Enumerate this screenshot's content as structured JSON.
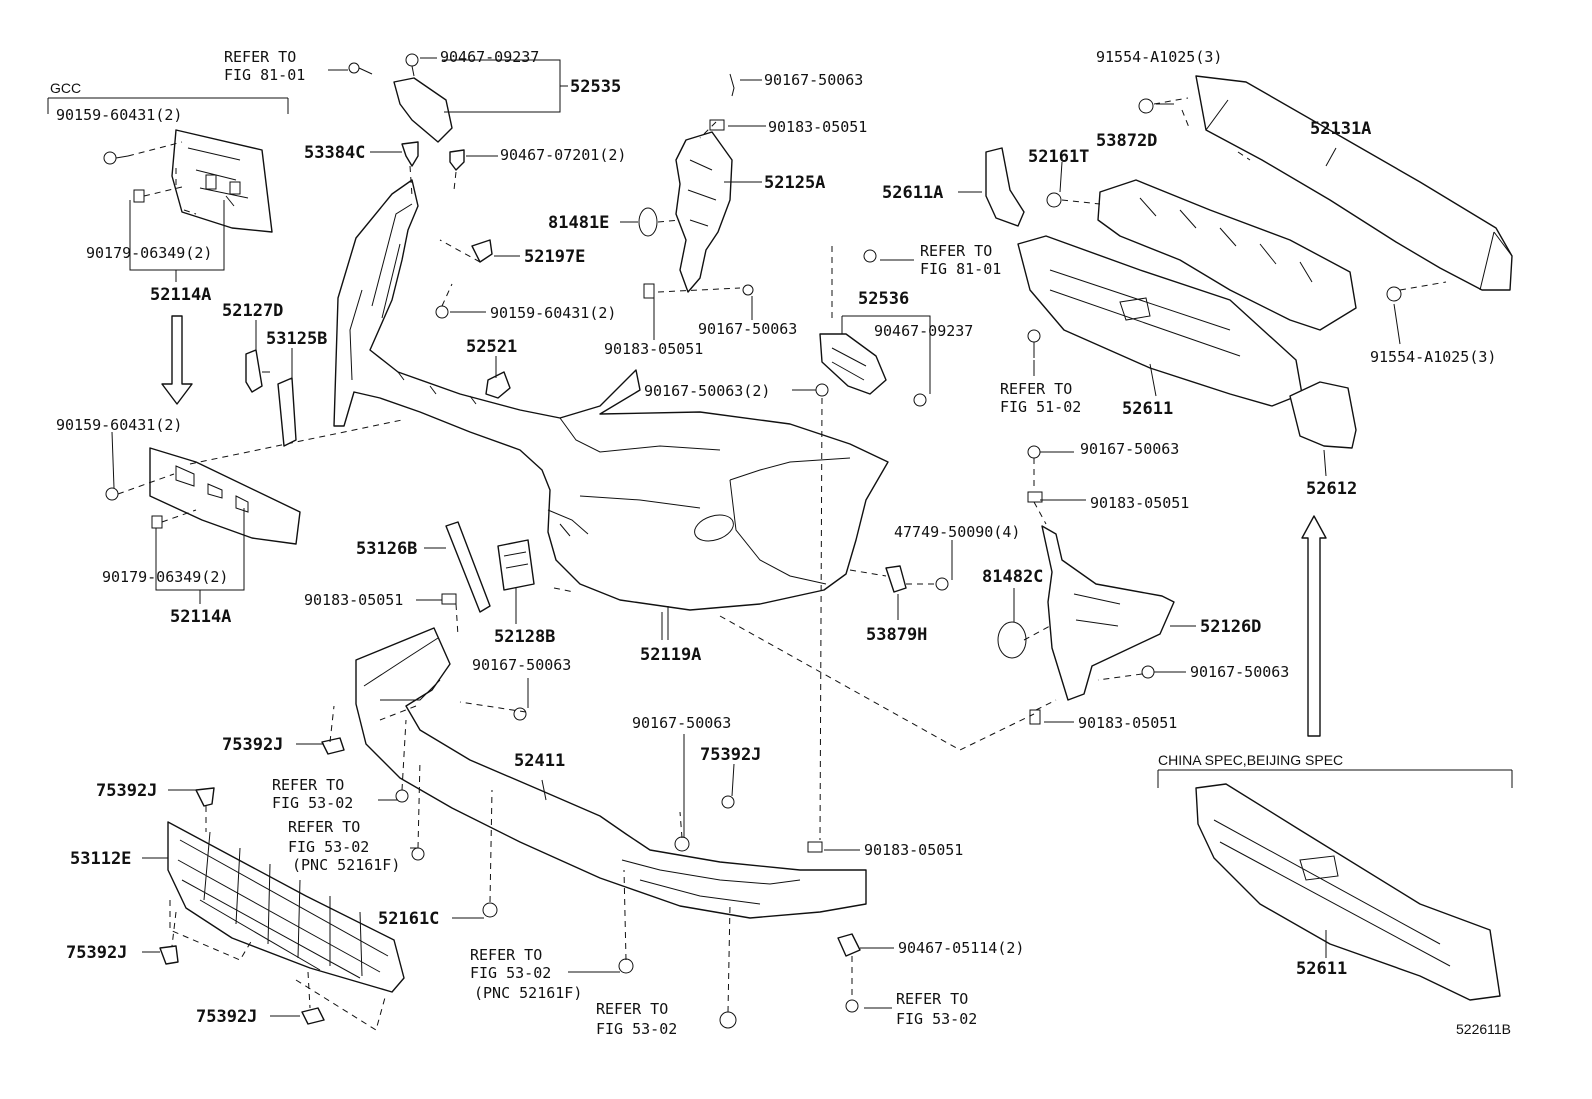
{
  "diagram": {
    "figure_id": "522611B",
    "groups": {
      "gcc": "GCC",
      "china_spec": "CHINA SPEC,BEIJING SPEC"
    },
    "labels": {
      "refer_fig_81_01_a": [
        "REFER TO",
        "FIG 81-01"
      ],
      "p90467_09237_a": "90467-09237",
      "p52535": "52535",
      "p90159_60431_2_a": "90159-60431(2)",
      "p53384c": "53384C",
      "p90467_07201_2": "90467-07201(2)",
      "p90167_50063_a": "90167-50063",
      "p90183_05051_a": "90183-05051",
      "p52125a": "52125A",
      "p81481e": "81481E",
      "p52197e": "52197E",
      "p90179_06349_2_a": "90179-06349(2)",
      "p52114a_a": "52114A",
      "p52127d": "52127D",
      "p53125b": "53125B",
      "p90159_60431_b": "90159-60431(2)",
      "p52521": "52521",
      "p90167_50063_b": "90167-50063",
      "p90183_05051_b": "90183-05051",
      "p90167_50063_2": "90167-50063(2)",
      "p91554_a1025_3_a": "91554-A1025(3)",
      "p53872d": "53872D",
      "p52131a": "52131A",
      "p52161t": "52161T",
      "p52611a": "52611A",
      "refer_fig_81_01_b": [
        "REFER TO",
        "FIG 81-01"
      ],
      "p52536": "52536",
      "p90467_09237_b": "90467-09237",
      "refer_fig_51_02": [
        "REFER TO",
        "FIG 51-02"
      ],
      "p52611_a": "52611",
      "p91554_a1025_3_b": "91554-A1025(3)",
      "p52612": "52612",
      "p90159_60431_c": "90159-60431(2)",
      "p90179_06349_2_b": "90179-06349(2)",
      "p52114a_b": "52114A",
      "p53126b": "53126B",
      "p90183_05051_c": "90183-05051",
      "p52128b": "52128B",
      "p52119a": "52119A",
      "p47749_50090_4": "47749-50090(4)",
      "p53879h": "53879H",
      "p90167_50063_c": "90167-50063",
      "p90183_05051_d": "90183-05051",
      "p81482c": "81482C",
      "p52126d": "52126D",
      "p90167_50063_d": "90167-50063",
      "p90183_05051_e": "90183-05051",
      "p90167_50063_e": "90167-50063",
      "p75392j_a": "75392J",
      "p90167_50063_f": "90167-50063",
      "p75392j_b": "75392J",
      "p52411": "52411",
      "p75392j_c": "75392J",
      "refer_fig_53_02_a": [
        "REFER TO",
        "FIG 53-02"
      ],
      "refer_fig_53_02_b": [
        "REFER TO",
        "FIG 53-02",
        "(PNC 52161F)"
      ],
      "p53112e": "53112E",
      "p90183_05051_f": "90183-05051",
      "p52161c": "52161C",
      "p75392j_d": "75392J",
      "refer_fig_53_02_c": [
        "REFER TO",
        "FIG 53-02",
        "(PNC 52161F)"
      ],
      "p90467_05114_2": "90467-05114(2)",
      "p75392j_e": "75392J",
      "refer_fig_53_02_d": [
        "REFER TO",
        "FIG 53-02"
      ],
      "refer_fig_53_02_e": [
        "REFER TO",
        "FIG 53-02"
      ],
      "p52611_b": "52611"
    }
  }
}
